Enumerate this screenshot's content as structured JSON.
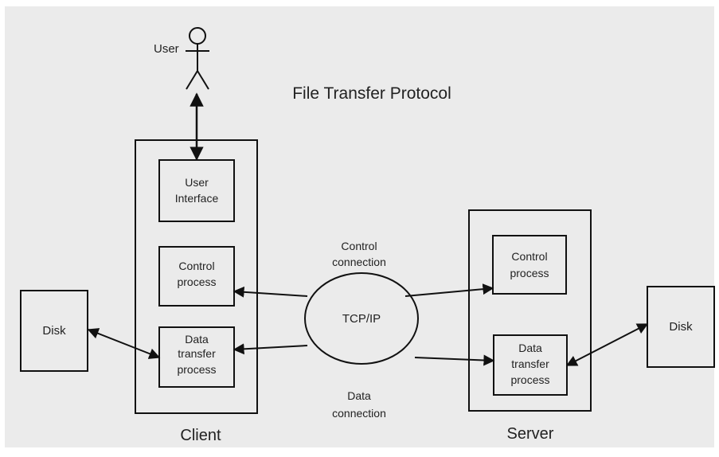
{
  "title": "File Transfer Protocol",
  "actor": {
    "label": "User"
  },
  "client": {
    "label": "Client",
    "user_interface": [
      "User",
      "Interface"
    ],
    "control_process": [
      "Control",
      "process"
    ],
    "data_transfer_process": [
      "Data",
      "transfer",
      "process"
    ]
  },
  "server": {
    "label": "Server",
    "control_process": [
      "Control",
      "process"
    ],
    "data_transfer_process": [
      "Data",
      "transfer",
      "process"
    ]
  },
  "network": {
    "label": "TCP/IP",
    "control_connection": [
      "Control",
      "connection"
    ],
    "data_connection": [
      "Data",
      "connection"
    ]
  },
  "disks": {
    "left": "Disk",
    "right": "Disk"
  },
  "colors": {
    "background": "#ebebeb",
    "stroke": "#111111",
    "text": "#222222"
  }
}
